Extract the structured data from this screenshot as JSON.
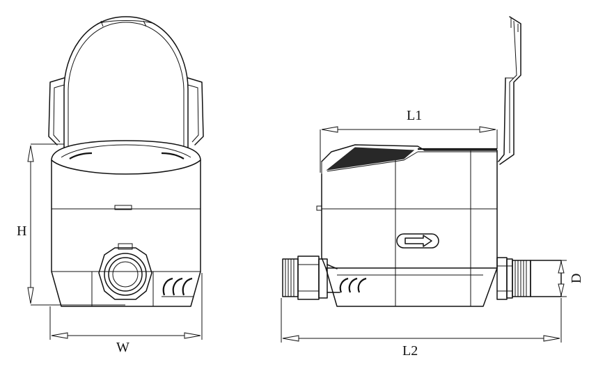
{
  "dimensions": {
    "height_label": "H",
    "width_label": "W",
    "l1_label": "L1",
    "l2_label": "L2",
    "diameter_label": "D"
  }
}
